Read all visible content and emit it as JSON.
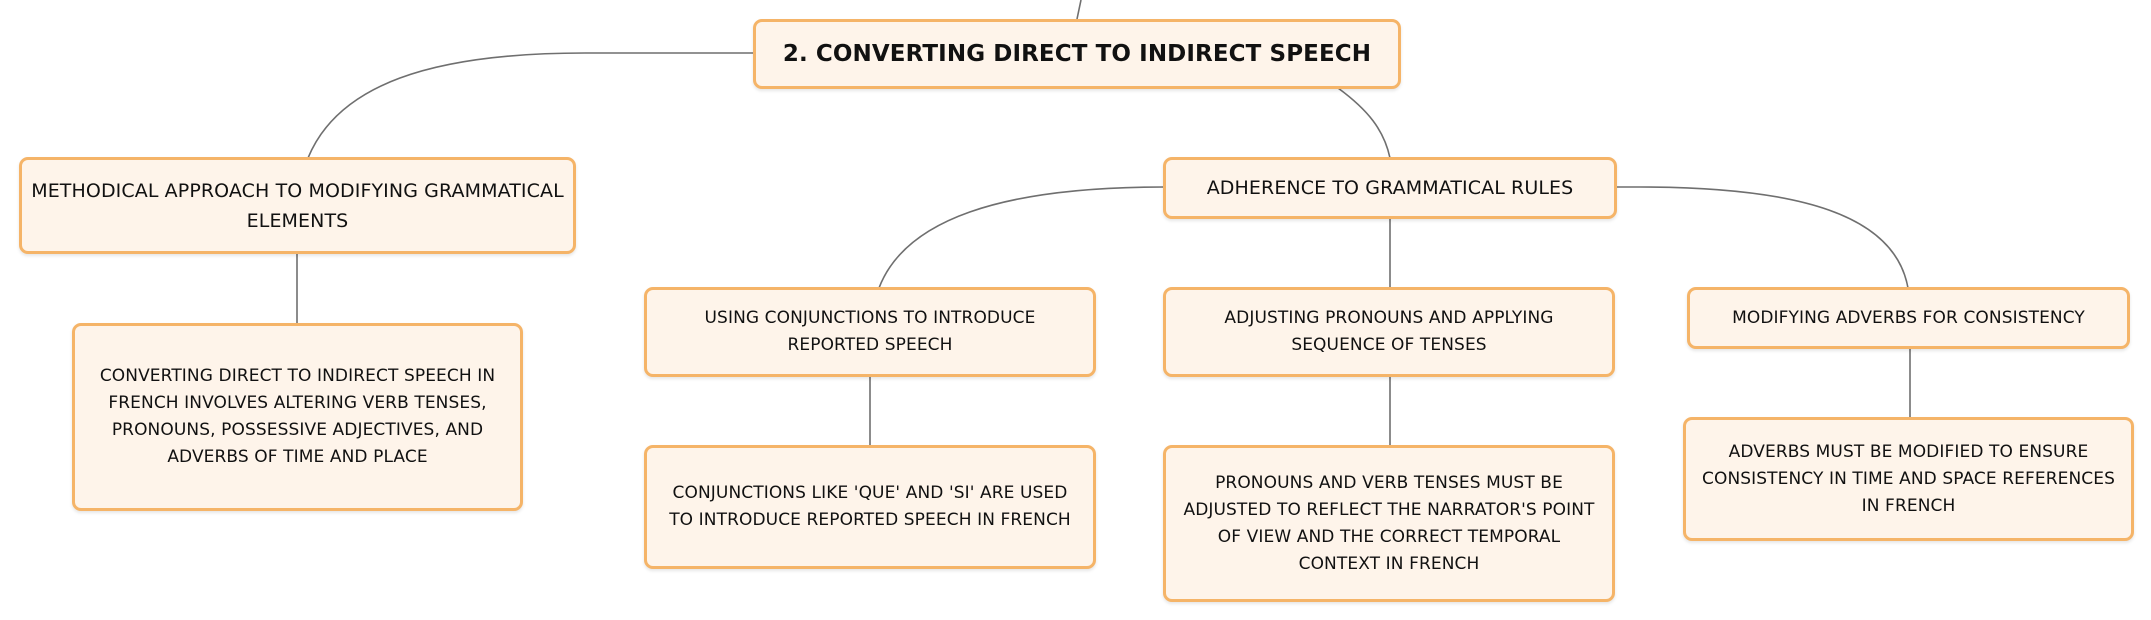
{
  "colors": {
    "node_fill": "#fef4ea",
    "node_border": "#f5b468",
    "connector": "#6f6f6f",
    "text": "#111111"
  },
  "root": {
    "label": "2. CONVERTING DIRECT TO INDIRECT SPEECH"
  },
  "methodical": {
    "label": "METHODICAL APPROACH TO MODIFYING GRAMMATICAL ELEMENTS",
    "detail": "CONVERTING DIRECT TO INDIRECT SPEECH IN FRENCH INVOLVES ALTERING VERB TENSES, PRONOUNS, POSSESSIVE ADJECTIVES, AND ADVERBS OF TIME AND PLACE"
  },
  "adherence": {
    "label": "ADHERENCE TO GRAMMATICAL RULES",
    "children": [
      {
        "label": "USING CONJUNCTIONS TO INTRODUCE REPORTED SPEECH",
        "detail": "CONJUNCTIONS LIKE 'QUE' AND 'SI' ARE USED TO INTRODUCE REPORTED SPEECH IN FRENCH"
      },
      {
        "label": "ADJUSTING PRONOUNS AND APPLYING SEQUENCE OF TENSES",
        "detail": "PRONOUNS AND VERB TENSES MUST BE ADJUSTED TO REFLECT THE NARRATOR'S POINT OF VIEW AND THE CORRECT TEMPORAL CONTEXT IN FRENCH"
      },
      {
        "label": "MODIFYING ADVERBS FOR CONSISTENCY",
        "detail": "ADVERBS MUST BE MODIFIED TO ENSURE CONSISTENCY IN TIME AND SPACE REFERENCES IN FRENCH"
      }
    ]
  }
}
